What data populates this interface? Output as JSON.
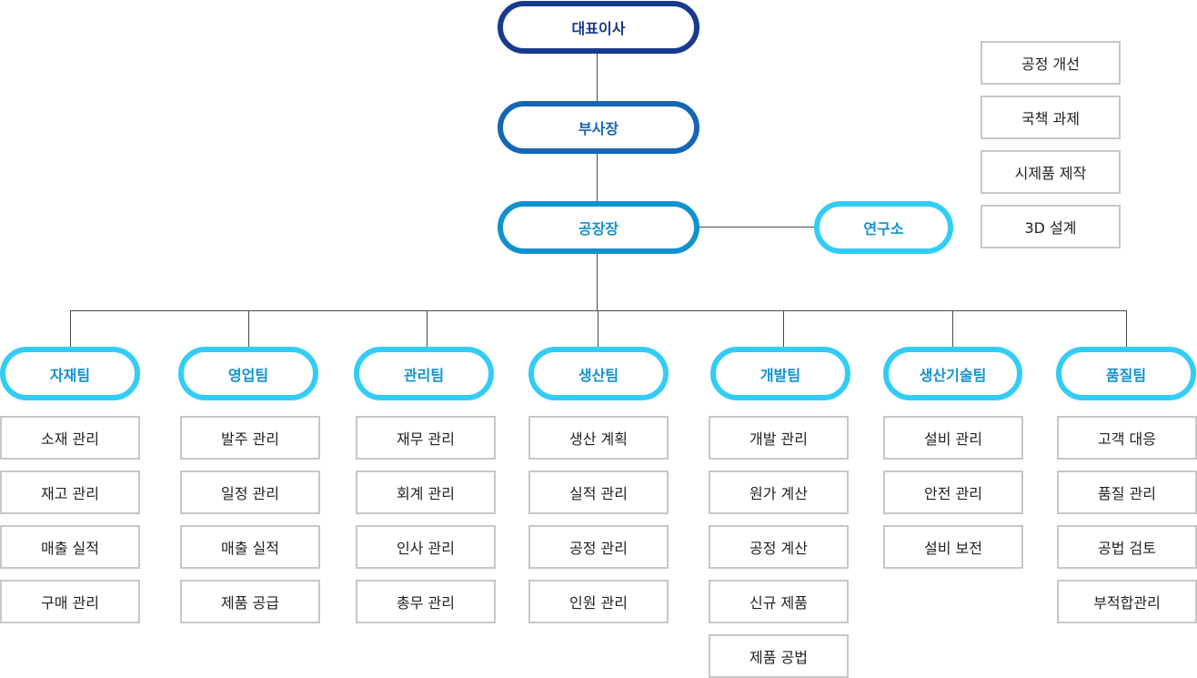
{
  "top": {
    "ceo": "대표이사",
    "vice_president": "부사장",
    "plant_manager": "공장장",
    "research_lab": "연구소"
  },
  "lab_tasks": [
    "공정 개선",
    "국책 과제",
    "시제품 제작",
    "3D 설계"
  ],
  "teams": [
    {
      "name": "자재팀",
      "tasks": [
        "소재 관리",
        "재고 관리",
        "매출 실적",
        "구매 관리"
      ]
    },
    {
      "name": "영업팀",
      "tasks": [
        "발주 관리",
        "일정 관리",
        "매출 실적",
        "제품 공급"
      ]
    },
    {
      "name": "관리팀",
      "tasks": [
        "재무 관리",
        "회계 관리",
        "인사 관리",
        "총무 관리"
      ]
    },
    {
      "name": "생산팀",
      "tasks": [
        "생산 계획",
        "실적 관리",
        "공정 관리",
        "인원 관리"
      ]
    },
    {
      "name": "개발팀",
      "tasks": [
        "개발 관리",
        "원가 계산",
        "공정 계산",
        "신규 제품",
        "제품 공법"
      ]
    },
    {
      "name": "생산기술팀",
      "tasks": [
        "설비 관리",
        "안전 관리",
        "설비 보전"
      ]
    },
    {
      "name": "품질팀",
      "tasks": [
        "고객 대응",
        "품질 관리",
        "공법 검토",
        "부적합관리"
      ]
    }
  ],
  "colors": {
    "ceo": "#173a8e",
    "vice_president": "#1566b4",
    "plant_manager": "#1192d0",
    "team": "#32cdf6",
    "line": "#4a4a4a",
    "box_border": "#c7c7c7"
  }
}
